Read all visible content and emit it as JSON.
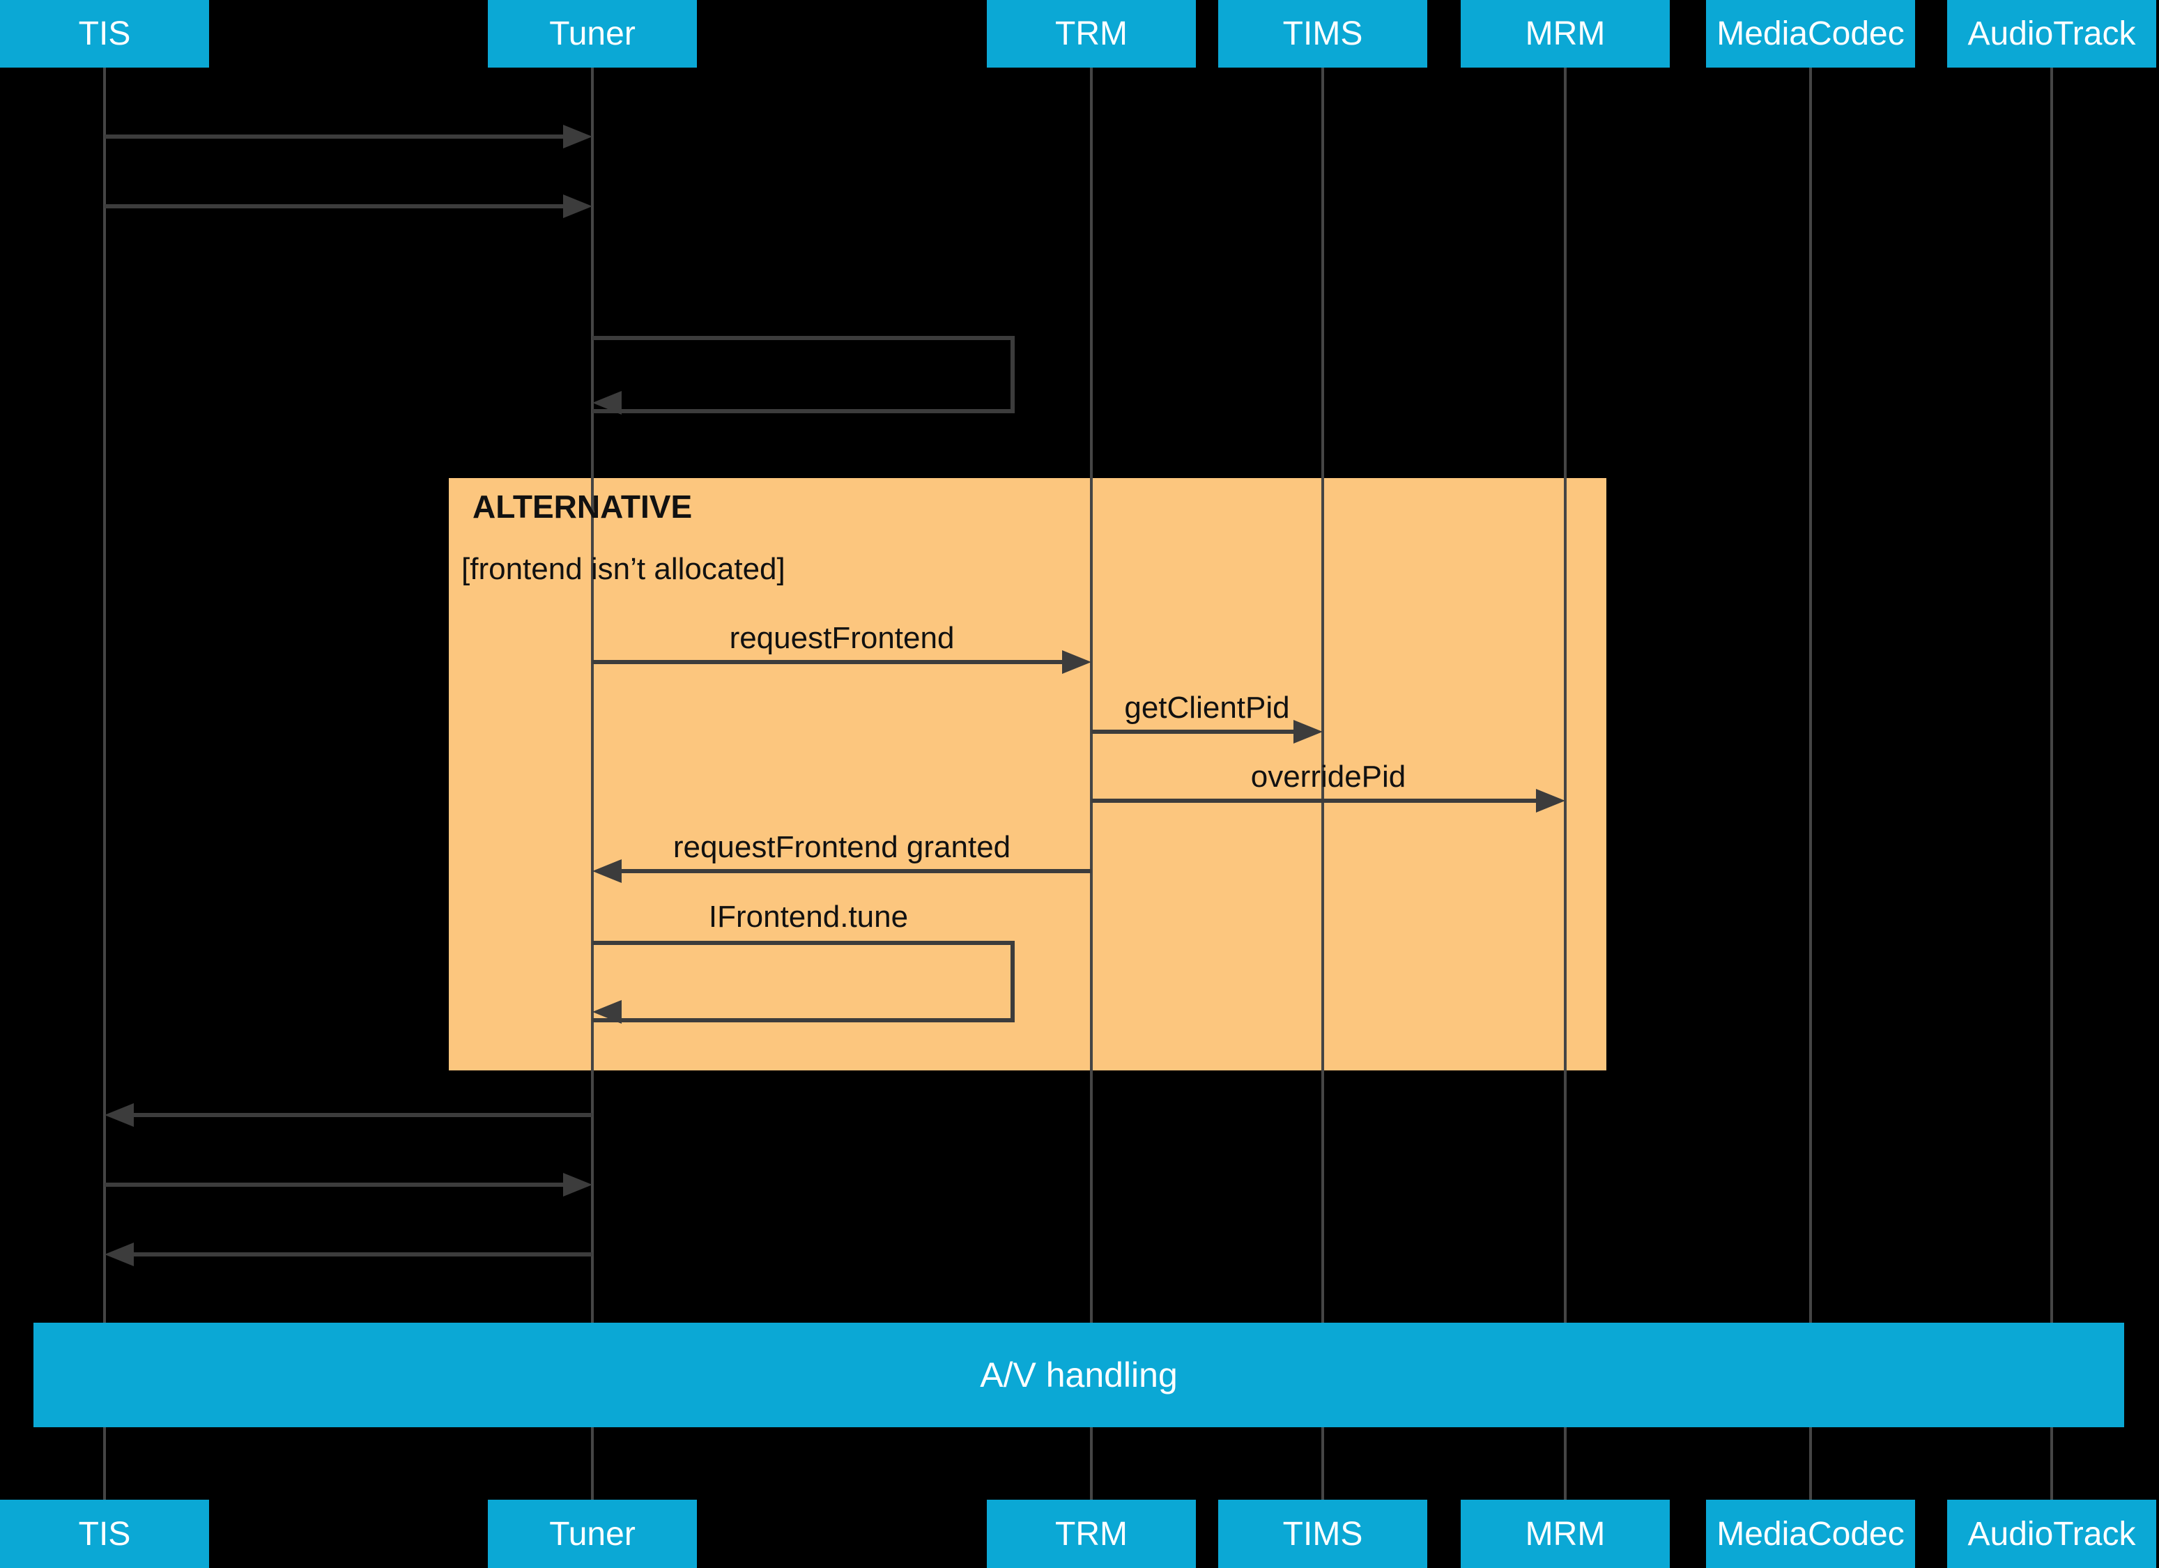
{
  "diagram": {
    "participants": [
      {
        "label": "TIS"
      },
      {
        "label": "Tuner"
      },
      {
        "label": "TRM"
      },
      {
        "label": "TIMS"
      },
      {
        "label": "MRM"
      },
      {
        "label": "MediaCodec"
      },
      {
        "label": "AudioTrack"
      }
    ],
    "alt_block": {
      "title": "ALTERNATIVE",
      "condition": "[frontend isn’t allocated]"
    },
    "messages": [
      {
        "label": "requestFrontend",
        "from": "Tuner",
        "to": "TRM"
      },
      {
        "label": "getClientPid",
        "from": "TRM",
        "to": "TIMS"
      },
      {
        "label": "overridePid",
        "from": "TRM",
        "to": "MRM"
      },
      {
        "label": "requestFrontend granted",
        "from": "TRM",
        "to": "Tuner"
      },
      {
        "label": "IFrontend.tune",
        "from": "Tuner",
        "to": "Tuner"
      }
    ],
    "unlabeled_messages": [
      {
        "from": "TIS",
        "to": "Tuner"
      },
      {
        "from": "TIS",
        "to": "Tuner"
      },
      {
        "from": "Tuner",
        "to": "Tuner"
      },
      {
        "from": "Tuner",
        "to": "TIS"
      },
      {
        "from": "TIS",
        "to": "Tuner"
      },
      {
        "from": "Tuner",
        "to": "TIS"
      }
    ],
    "av_bar": {
      "label": "A/V handling"
    },
    "colors": {
      "participant_cyan": "#0BA8D5",
      "alt_orange": "#FCC67E",
      "line_gray": "#3C3C3C",
      "lifeline_gray": "#454545",
      "background": "#000000",
      "participant_text": "#FFFFFF",
      "label_text": "#111111"
    }
  }
}
